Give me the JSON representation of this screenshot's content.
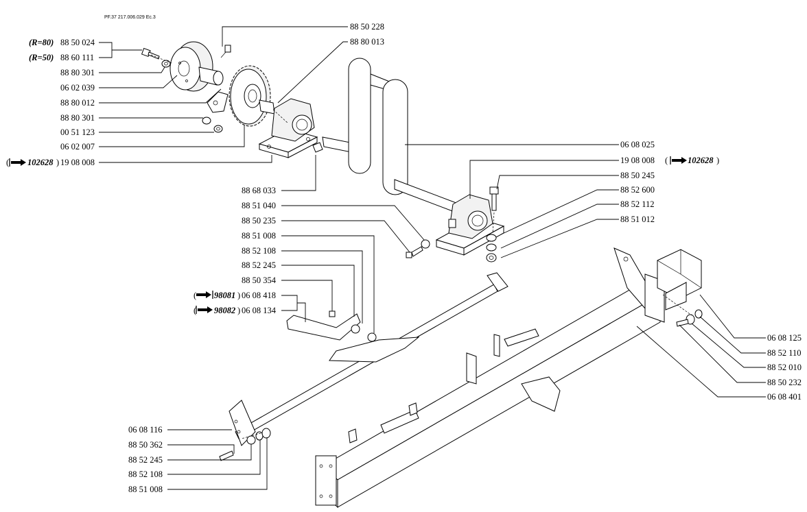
{
  "header": {
    "ref": "PF.37   217.006.029 Ec.3"
  },
  "callouts": [
    {
      "id": "c-885024",
      "number": "88 50 024",
      "prefix": "(R=80)"
    },
    {
      "id": "c-886011",
      "number": "88 60 111",
      "prefix": "(R=50)"
    },
    {
      "id": "c-888301a",
      "number": "88 80 301"
    },
    {
      "id": "c-060239",
      "number": "06 02 039"
    },
    {
      "id": "c-888012",
      "number": "88 80 012"
    },
    {
      "id": "c-888301b",
      "number": "88 80 301"
    },
    {
      "id": "c-005123",
      "number": "00 51 123"
    },
    {
      "id": "c-060207",
      "number": "06 02 007"
    },
    {
      "id": "c-190808a",
      "number": "19 08 008",
      "prefix": "102628"
    },
    {
      "id": "c-885228",
      "number": "88 50 228"
    },
    {
      "id": "c-888013",
      "number": "88 80 013"
    },
    {
      "id": "c-060825",
      "number": "06 08 025"
    },
    {
      "id": "c-190808b",
      "number": "19 08 008",
      "suffix": "102628"
    },
    {
      "id": "c-885245",
      "number": "88 50 245"
    },
    {
      "id": "c-885260",
      "number": "88 52 600"
    },
    {
      "id": "c-885212",
      "number": "88 52 112"
    },
    {
      "id": "c-885112",
      "number": "88 51 012"
    },
    {
      "id": "c-886833",
      "number": "88 68 033"
    },
    {
      "id": "c-885140",
      "number": "88 51 040"
    },
    {
      "id": "c-885235",
      "number": "88 50 235"
    },
    {
      "id": "c-885108a",
      "number": "88 51 008"
    },
    {
      "id": "c-885218a",
      "number": "88 52 108"
    },
    {
      "id": "c-885224a",
      "number": "88 52 245"
    },
    {
      "id": "c-885354",
      "number": "88 50 354"
    },
    {
      "id": "c-060818",
      "number": "06 08 418",
      "prefix": "98081"
    },
    {
      "id": "c-060834",
      "number": "06 08 134",
      "prefix": "98082"
    },
    {
      "id": "c-060825b",
      "number": "06 08 125"
    },
    {
      "id": "c-885210",
      "number": "88 52 110"
    },
    {
      "id": "c-885201",
      "number": "88 52 010"
    },
    {
      "id": "c-885232",
      "number": "88 50 232"
    },
    {
      "id": "c-060841",
      "number": "06 08 401"
    },
    {
      "id": "c-060816",
      "number": "06 08 116"
    },
    {
      "id": "c-885362",
      "number": "88 50 362"
    },
    {
      "id": "c-885224b",
      "number": "88 52 245"
    },
    {
      "id": "c-885218b",
      "number": "88 52 108"
    },
    {
      "id": "c-885108b",
      "number": "88 51 008"
    }
  ]
}
